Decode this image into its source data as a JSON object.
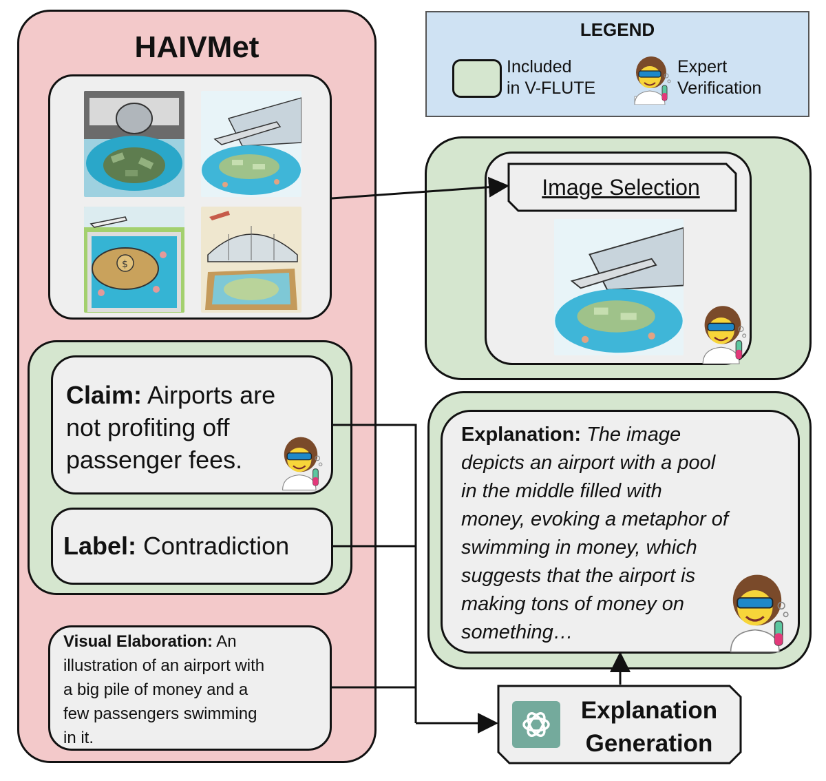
{
  "legend": {
    "title": "LEGEND",
    "included_line1": "Included",
    "included_line2": "in V-FLUTE",
    "expert_line1": "Expert",
    "expert_line2": "Verification"
  },
  "haivmet": {
    "title": "HAIVMet",
    "claim_label": "Claim:",
    "claim_line1": " Airports are",
    "claim_line2": "not profiting off",
    "claim_line3": "passenger fees.",
    "label_label": "Label:",
    "label_value": " Contradiction",
    "visual_label": "Visual Elaboration:",
    "visual_line1": " An",
    "visual_line2": "illustration of an airport with",
    "visual_line3": "a big pile of money and a",
    "visual_line4": "few passengers swimming",
    "visual_line5": "in it."
  },
  "image_selection": {
    "title": "Image Selection"
  },
  "explanation": {
    "label": "Explanation:",
    "line1": " The image",
    "line2": "depicts an airport with a pool",
    "line3": "in the middle filled with",
    "line4": "money, evoking a metaphor of",
    "line5": "swimming in money, which",
    "line6": "suggests that the airport is",
    "line7": "making tons of money on",
    "line8": "something…"
  },
  "generation": {
    "line1": "Explanation",
    "line2": "Generation"
  },
  "colors": {
    "pink": "#f3c9ca",
    "green": "#d5e6cf",
    "legend_blue": "#cfe2f3",
    "grey": "#efefef",
    "openai_teal": "#74aa9c"
  }
}
